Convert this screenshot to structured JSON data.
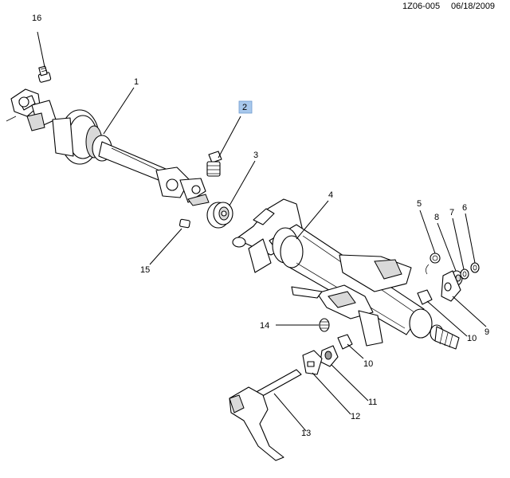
{
  "header": {
    "code": "1Z06-005",
    "date": "06/18/2009"
  },
  "highlight_color": "#a8c8ec",
  "callouts": [
    {
      "id": "c1",
      "label": "1"
    },
    {
      "id": "c2",
      "label": "2",
      "highlighted": true
    },
    {
      "id": "c3",
      "label": "3"
    },
    {
      "id": "c4",
      "label": "4"
    },
    {
      "id": "c5",
      "label": "5"
    },
    {
      "id": "c6",
      "label": "6"
    },
    {
      "id": "c7",
      "label": "7"
    },
    {
      "id": "c8",
      "label": "8"
    },
    {
      "id": "c9",
      "label": "9"
    },
    {
      "id": "c10a",
      "label": "10"
    },
    {
      "id": "c10b",
      "label": "10"
    },
    {
      "id": "c11",
      "label": "11"
    },
    {
      "id": "c12",
      "label": "12"
    },
    {
      "id": "c13",
      "label": "13"
    },
    {
      "id": "c14",
      "label": "14"
    },
    {
      "id": "c15",
      "label": "15"
    },
    {
      "id": "c16",
      "label": "16"
    }
  ]
}
